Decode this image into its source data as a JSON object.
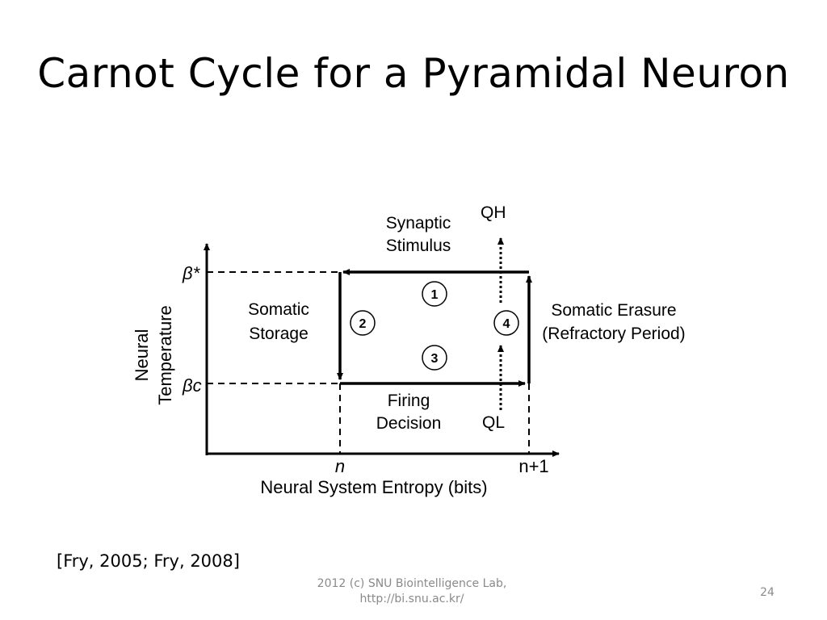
{
  "slide": {
    "title": "Carnot Cycle for a Pyramidal Neuron",
    "citation": "[Fry, 2005; Fry, 2008]",
    "footer_line1": "2012 (c) SNU Biointelligence Lab,",
    "footer_line2": "http://bi.snu.ac.kr/",
    "page_number": "24"
  },
  "diagram": {
    "y_axis_label_line1": "Neural",
    "y_axis_label_line2": "Temperature",
    "x_axis_label": "Neural System Entropy (bits)",
    "y_tick_high": "β*",
    "y_tick_low": "βc",
    "x_tick_left": "n",
    "x_tick_right": "n+1",
    "top_label_line1": "Synaptic",
    "top_label_line2": "Stimulus",
    "bottom_label_line1": "Firing",
    "bottom_label_line2": "Decision",
    "left_label_line1": "Somatic",
    "left_label_line2": "Storage",
    "right_label_line1": "Somatic Erasure",
    "right_label_line2": "(Refractory Period)",
    "heat_high": "QH",
    "heat_low": "QL",
    "step_1": "1",
    "step_2": "2",
    "step_3": "3",
    "step_4": "4"
  }
}
